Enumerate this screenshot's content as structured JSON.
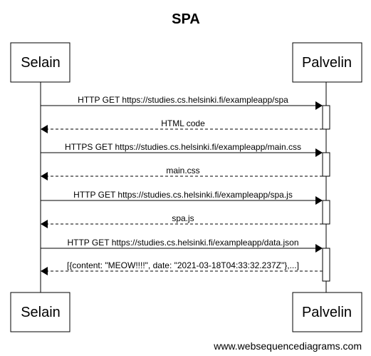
{
  "title": "SPA",
  "actors": {
    "left": "Selain",
    "right": "Palvelin"
  },
  "messages": [
    {
      "label": "HTTP GET https://studies.cs.helsinki.fi/exampleapp/spa",
      "direction": "request"
    },
    {
      "label": "HTML code",
      "direction": "response"
    },
    {
      "label": "HTTPS GET https://studies.cs.helsinki.fi/exampleapp/main.css",
      "direction": "request"
    },
    {
      "label": "main.css",
      "direction": "response"
    },
    {
      "label": "HTTP GET https://studies.cs.helsinki.fi/exampleapp/spa.js",
      "direction": "request"
    },
    {
      "label": "spa.js",
      "direction": "response"
    },
    {
      "label": "HTTP GET https://studies.cs.helsinki.fi/exampleapp/data.json",
      "direction": "request"
    },
    {
      "label": "[{content: \"MEOW!!!!\", date: \"2021-03-18T04:33:32.237Z\"},...]",
      "direction": "response"
    }
  ],
  "footer": "www.websequencediagrams.com"
}
